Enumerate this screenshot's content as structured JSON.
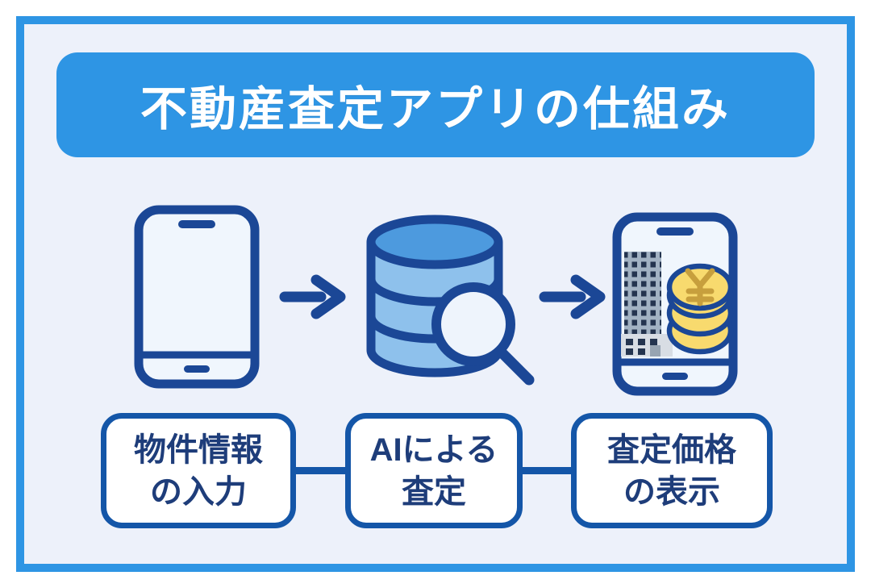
{
  "title": "不動産査定アプリの仕組み",
  "steps": [
    {
      "line1": "物件情報",
      "line2": "の入力",
      "icon": "smartphone-input-icon"
    },
    {
      "line1": "AIによる",
      "line2": "査定",
      "icon": "database-search-icon"
    },
    {
      "line1": "査定価格",
      "line2": "の表示",
      "icon": "smartphone-price-icon"
    }
  ],
  "icons": {
    "between_steps": "right-arrow-icon",
    "coin_symbol": "¥"
  },
  "colors": {
    "outer_margin": "#ffffff",
    "frame_blue": "#2e95e4",
    "banner_blue": "#2e95e4",
    "inner_background": "#edf1fa",
    "outline_navy": "#1b4796",
    "box_border_blue": "#1456a8",
    "step_text_navy": "#1e3d7a",
    "title_text": "#ffffff",
    "database_top": "#4d9ade",
    "database_body": "#8ec1ec",
    "magnifier_fill": "#eef4fc",
    "coin_gold": "#f8da6e",
    "coin_symbol_gold": "#c79f3d",
    "building_tower_gray": "#a2b2c3",
    "building_base_gray": "#d8dde4",
    "building_window_navy": "#24344f",
    "building_door_gray": "#97a4b2",
    "phone_screen": "#f0f6fd"
  }
}
